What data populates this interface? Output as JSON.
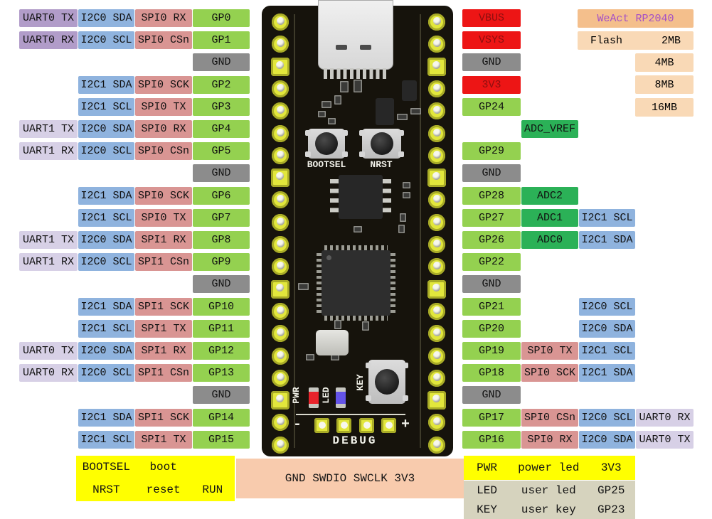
{
  "colors": {
    "uart0": "#b19cc9",
    "uart": "#d7d0e6",
    "i2c": "#8fb3de",
    "spi": "#d99593",
    "gpio": "#94d150",
    "gnd": "#8c8c8c",
    "pwr": "#ed1515",
    "pwrText": "#8c0f0f",
    "adc": "#2bb157",
    "brandBg": "#f4bf8c",
    "flashBg": "#f9d9b6",
    "debugBg": "#f8cbad",
    "yellow": "#ffff00",
    "beige": "#d6d3be",
    "brandText": "#a44fc6"
  },
  "left_pins": [
    {
      "gp": "GP0",
      "cells": [
        {
          "col": "uart",
          "label": "UART0 TX",
          "color": "uart0"
        },
        {
          "col": "i2c",
          "label": "I2C0 SDA",
          "color": "i2c"
        },
        {
          "col": "spi",
          "label": "SPI0 RX",
          "color": "spi"
        },
        {
          "col": "gp",
          "label": "GP0",
          "color": "gpio"
        }
      ]
    },
    {
      "gp": "GP1",
      "cells": [
        {
          "col": "uart",
          "label": "UART0 RX",
          "color": "uart0"
        },
        {
          "col": "i2c",
          "label": "I2C0 SCL",
          "color": "i2c"
        },
        {
          "col": "spi",
          "label": "SPI0 CSn",
          "color": "spi"
        },
        {
          "col": "gp",
          "label": "GP1",
          "color": "gpio"
        }
      ]
    },
    {
      "gp": "GND",
      "cells": [
        {
          "col": "gp",
          "label": "GND",
          "color": "gnd"
        }
      ]
    },
    {
      "gp": "GP2",
      "cells": [
        {
          "col": "i2c",
          "label": "I2C1 SDA",
          "color": "i2c"
        },
        {
          "col": "spi",
          "label": "SPI0 SCK",
          "color": "spi"
        },
        {
          "col": "gp",
          "label": "GP2",
          "color": "gpio"
        }
      ]
    },
    {
      "gp": "GP3",
      "cells": [
        {
          "col": "i2c",
          "label": "I2C1 SCL",
          "color": "i2c"
        },
        {
          "col": "spi",
          "label": "SPI0 TX",
          "color": "spi"
        },
        {
          "col": "gp",
          "label": "GP3",
          "color": "gpio"
        }
      ]
    },
    {
      "gp": "GP4",
      "cells": [
        {
          "col": "uart",
          "label": "UART1 TX",
          "color": "uart"
        },
        {
          "col": "i2c",
          "label": "I2C0 SDA",
          "color": "i2c"
        },
        {
          "col": "spi",
          "label": "SPI0 RX",
          "color": "spi"
        },
        {
          "col": "gp",
          "label": "GP4",
          "color": "gpio"
        }
      ]
    },
    {
      "gp": "GP5",
      "cells": [
        {
          "col": "uart",
          "label": "UART1 RX",
          "color": "uart"
        },
        {
          "col": "i2c",
          "label": "I2C0 SCL",
          "color": "i2c"
        },
        {
          "col": "spi",
          "label": "SPI0 CSn",
          "color": "spi"
        },
        {
          "col": "gp",
          "label": "GP5",
          "color": "gpio"
        }
      ]
    },
    {
      "gp": "GND",
      "cells": [
        {
          "col": "gp",
          "label": "GND",
          "color": "gnd"
        }
      ]
    },
    {
      "gp": "GP6",
      "cells": [
        {
          "col": "i2c",
          "label": "I2C1 SDA",
          "color": "i2c"
        },
        {
          "col": "spi",
          "label": "SPI0 SCK",
          "color": "spi"
        },
        {
          "col": "gp",
          "label": "GP6",
          "color": "gpio"
        }
      ]
    },
    {
      "gp": "GP7",
      "cells": [
        {
          "col": "i2c",
          "label": "I2C1 SCL",
          "color": "i2c"
        },
        {
          "col": "spi",
          "label": "SPI0 TX",
          "color": "spi"
        },
        {
          "col": "gp",
          "label": "GP7",
          "color": "gpio"
        }
      ]
    },
    {
      "gp": "GP8",
      "cells": [
        {
          "col": "uart",
          "label": "UART1 TX",
          "color": "uart"
        },
        {
          "col": "i2c",
          "label": "I2C0 SDA",
          "color": "i2c"
        },
        {
          "col": "spi",
          "label": "SPI1 RX",
          "color": "spi"
        },
        {
          "col": "gp",
          "label": "GP8",
          "color": "gpio"
        }
      ]
    },
    {
      "gp": "GP9",
      "cells": [
        {
          "col": "uart",
          "label": "UART1 RX",
          "color": "uart"
        },
        {
          "col": "i2c",
          "label": "I2C0 SCL",
          "color": "i2c"
        },
        {
          "col": "spi",
          "label": "SPI1 CSn",
          "color": "spi"
        },
        {
          "col": "gp",
          "label": "GP9",
          "color": "gpio"
        }
      ]
    },
    {
      "gp": "GND",
      "cells": [
        {
          "col": "gp",
          "label": "GND",
          "color": "gnd"
        }
      ]
    },
    {
      "gp": "GP10",
      "cells": [
        {
          "col": "i2c",
          "label": "I2C1 SDA",
          "color": "i2c"
        },
        {
          "col": "spi",
          "label": "SPI1 SCK",
          "color": "spi"
        },
        {
          "col": "gp",
          "label": "GP10",
          "color": "gpio"
        }
      ]
    },
    {
      "gp": "GP11",
      "cells": [
        {
          "col": "i2c",
          "label": "I2C1 SCL",
          "color": "i2c"
        },
        {
          "col": "spi",
          "label": "SPI1 TX",
          "color": "spi"
        },
        {
          "col": "gp",
          "label": "GP11",
          "color": "gpio"
        }
      ]
    },
    {
      "gp": "GP12",
      "cells": [
        {
          "col": "uart",
          "label": "UART0 TX",
          "color": "uart"
        },
        {
          "col": "i2c",
          "label": "I2C0 SDA",
          "color": "i2c"
        },
        {
          "col": "spi",
          "label": "SPI1 RX",
          "color": "spi"
        },
        {
          "col": "gp",
          "label": "GP12",
          "color": "gpio"
        }
      ]
    },
    {
      "gp": "GP13",
      "cells": [
        {
          "col": "uart",
          "label": "UART0 RX",
          "color": "uart"
        },
        {
          "col": "i2c",
          "label": "I2C0 SCL",
          "color": "i2c"
        },
        {
          "col": "spi",
          "label": "SPI1 CSn",
          "color": "spi"
        },
        {
          "col": "gp",
          "label": "GP13",
          "color": "gpio"
        }
      ]
    },
    {
      "gp": "GND",
      "cells": [
        {
          "col": "gp",
          "label": "GND",
          "color": "gnd"
        }
      ]
    },
    {
      "gp": "GP14",
      "cells": [
        {
          "col": "i2c",
          "label": "I2C1 SDA",
          "color": "i2c"
        },
        {
          "col": "spi",
          "label": "SPI1 SCK",
          "color": "spi"
        },
        {
          "col": "gp",
          "label": "GP14",
          "color": "gpio"
        }
      ]
    },
    {
      "gp": "GP15",
      "cells": [
        {
          "col": "i2c",
          "label": "I2C1 SCL",
          "color": "i2c"
        },
        {
          "col": "spi",
          "label": "SPI1 TX",
          "color": "spi"
        },
        {
          "col": "gp",
          "label": "GP15",
          "color": "gpio"
        }
      ]
    }
  ],
  "right_pins": [
    {
      "gp": "VBUS",
      "cells": [
        {
          "col": "gp",
          "label": "VBUS",
          "color": "pwr",
          "fg": "pwrText"
        }
      ]
    },
    {
      "gp": "VSYS",
      "cells": [
        {
          "col": "gp",
          "label": "VSYS",
          "color": "pwr",
          "fg": "pwrText"
        }
      ]
    },
    {
      "gp": "GND",
      "cells": [
        {
          "col": "gp",
          "label": "GND",
          "color": "gnd"
        }
      ]
    },
    {
      "gp": "3V3",
      "cells": [
        {
          "col": "gp",
          "label": "3V3",
          "color": "pwr",
          "fg": "pwrText"
        }
      ]
    },
    {
      "gp": "GP24",
      "cells": [
        {
          "col": "gp",
          "label": "GP24",
          "color": "gpio"
        }
      ]
    },
    {
      "gp": "ADC_VREF",
      "cells": [
        {
          "col": "adc",
          "label": "ADC_VREF",
          "color": "adc"
        }
      ]
    },
    {
      "gp": "GP29",
      "cells": [
        {
          "col": "gp",
          "label": "GP29",
          "color": "gpio"
        }
      ]
    },
    {
      "gp": "GND",
      "cells": [
        {
          "col": "gp",
          "label": "GND",
          "color": "gnd"
        }
      ]
    },
    {
      "gp": "GP28",
      "cells": [
        {
          "col": "gp",
          "label": "GP28",
          "color": "gpio"
        },
        {
          "col": "adc",
          "label": "ADC2",
          "color": "adc"
        }
      ]
    },
    {
      "gp": "GP27",
      "cells": [
        {
          "col": "gp",
          "label": "GP27",
          "color": "gpio"
        },
        {
          "col": "adc",
          "label": "ADC1",
          "color": "adc"
        },
        {
          "col": "i2c",
          "label": "I2C1 SCL",
          "color": "i2c"
        }
      ]
    },
    {
      "gp": "GP26",
      "cells": [
        {
          "col": "gp",
          "label": "GP26",
          "color": "gpio"
        },
        {
          "col": "adc",
          "label": "ADC0",
          "color": "adc"
        },
        {
          "col": "i2c",
          "label": "I2C1 SDA",
          "color": "i2c"
        }
      ]
    },
    {
      "gp": "GP22",
      "cells": [
        {
          "col": "gp",
          "label": "GP22",
          "color": "gpio"
        }
      ]
    },
    {
      "gp": "GND",
      "cells": [
        {
          "col": "gp",
          "label": "GND",
          "color": "gnd"
        }
      ]
    },
    {
      "gp": "GP21",
      "cells": [
        {
          "col": "gp",
          "label": "GP21",
          "color": "gpio"
        },
        {
          "col": "i2c",
          "label": "I2C0 SCL",
          "color": "i2c"
        }
      ]
    },
    {
      "gp": "GP20",
      "cells": [
        {
          "col": "gp",
          "label": "GP20",
          "color": "gpio"
        },
        {
          "col": "i2c",
          "label": "I2C0 SDA",
          "color": "i2c"
        }
      ]
    },
    {
      "gp": "GP19",
      "cells": [
        {
          "col": "gp",
          "label": "GP19",
          "color": "gpio"
        },
        {
          "col": "adc",
          "label": "SPI0 TX",
          "color": "spi"
        },
        {
          "col": "i2c",
          "label": "I2C1 SCL",
          "color": "i2c"
        }
      ]
    },
    {
      "gp": "GP18",
      "cells": [
        {
          "col": "gp",
          "label": "GP18",
          "color": "gpio"
        },
        {
          "col": "adc",
          "label": "SPI0 SCK",
          "color": "spi"
        },
        {
          "col": "i2c",
          "label": "I2C1 SDA",
          "color": "i2c"
        }
      ]
    },
    {
      "gp": "GND",
      "cells": [
        {
          "col": "gp",
          "label": "GND",
          "color": "gnd"
        }
      ]
    },
    {
      "gp": "GP17",
      "cells": [
        {
          "col": "gp",
          "label": "GP17",
          "color": "gpio"
        },
        {
          "col": "adc",
          "label": "SPI0 CSn",
          "color": "spi"
        },
        {
          "col": "i2c",
          "label": "I2C0 SCL",
          "color": "i2c"
        },
        {
          "col": "uart",
          "label": "UART0 RX",
          "color": "uart"
        }
      ]
    },
    {
      "gp": "GP16",
      "cells": [
        {
          "col": "gp",
          "label": "GP16",
          "color": "gpio"
        },
        {
          "col": "adc",
          "label": "SPI0 RX",
          "color": "spi"
        },
        {
          "col": "i2c",
          "label": "I2C0 SDA",
          "color": "i2c"
        },
        {
          "col": "uart",
          "label": "UART0 TX",
          "color": "uart"
        }
      ]
    }
  ],
  "info": {
    "brand": "WeAct RP2040",
    "flash_label": "Flash",
    "flash_sizes": [
      "2MB",
      "4MB",
      "8MB",
      "16MB"
    ]
  },
  "board": {
    "bootsel": "BOOTSEL",
    "nrst": "NRST",
    "key": "KEY",
    "pwr": "PWR",
    "led": "LED",
    "debug": "DEBUG",
    "minus": "-",
    "plus": "+",
    "gnd_rows": [
      2,
      7,
      12,
      17
    ]
  },
  "legend": {
    "bootsel_rows": [
      [
        "BOOTSEL",
        "boot",
        ""
      ],
      [
        "NRST",
        "reset",
        "RUN"
      ]
    ],
    "debug_pins": "GND SWDIO SWCLK 3V3",
    "power_row": [
      "PWR",
      "power led",
      "3V3"
    ],
    "ledkey_rows": [
      [
        "LED",
        "user led",
        "GP25"
      ],
      [
        "KEY",
        "user key",
        "GP23"
      ]
    ]
  }
}
